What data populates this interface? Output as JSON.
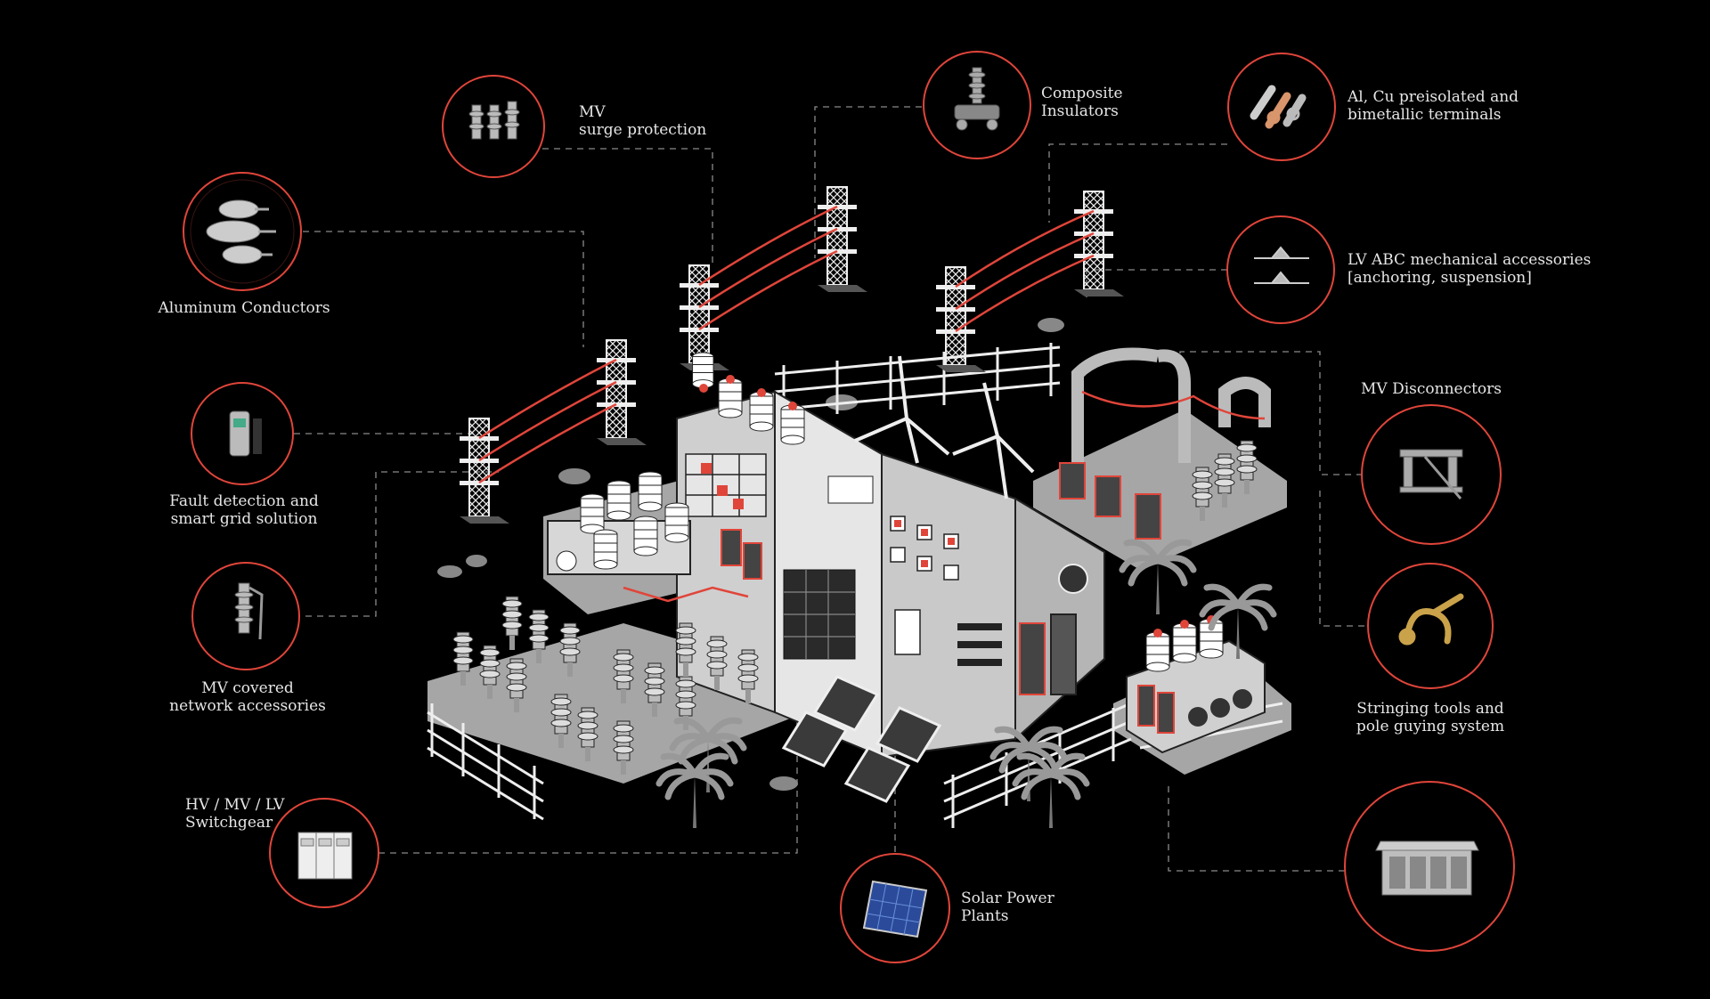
{
  "colors": {
    "accent": "#e0453a",
    "background": "#000000",
    "text": "#e6e6e6",
    "building": "#c9c9c9"
  },
  "products": [
    {
      "id": "aluminum-conductors",
      "icon": "aluminum-conductor-icon",
      "lines": [
        "Aluminum Conductors"
      ]
    },
    {
      "id": "mv-surge-protection",
      "icon": "surge-arrester-icon",
      "lines": [
        "MV",
        "surge protection"
      ]
    },
    {
      "id": "composite-insulators",
      "icon": "composite-insulator-icon",
      "lines": [
        "Composite",
        "Insulators"
      ]
    },
    {
      "id": "terminals",
      "icon": "cable-terminal-icon",
      "lines": [
        "Al, Cu preisolated and",
        "bimetallic terminals"
      ]
    },
    {
      "id": "lv-abc",
      "icon": "abc-clamp-icon",
      "lines": [
        "LV ABC mechanical accessories",
        "[anchoring, suspension]"
      ]
    },
    {
      "id": "mv-disconnectors",
      "icon": "disconnector-icon",
      "lines": [
        "MV Disconnectors"
      ]
    },
    {
      "id": "fault-detection",
      "icon": "fault-indicator-icon",
      "lines": [
        "Fault detection and",
        "smart grid solution"
      ]
    },
    {
      "id": "mv-covered",
      "icon": "fuse-cutout-icon",
      "lines": [
        "MV covered",
        "network accessories"
      ]
    },
    {
      "id": "stringing-tools",
      "icon": "come-along-clamp-icon",
      "lines": [
        "Stringing tools and",
        "pole guying system"
      ]
    },
    {
      "id": "switchgear",
      "icon": "switchgear-cabinet-icon",
      "lines": [
        "HV / MV / LV",
        "Switchgear"
      ]
    },
    {
      "id": "solar",
      "icon": "solar-panel-icon",
      "lines": [
        "Solar Power",
        "Plants"
      ]
    },
    {
      "id": "substation-kiosk",
      "icon": "kiosk-substation-icon",
      "lines": []
    }
  ]
}
